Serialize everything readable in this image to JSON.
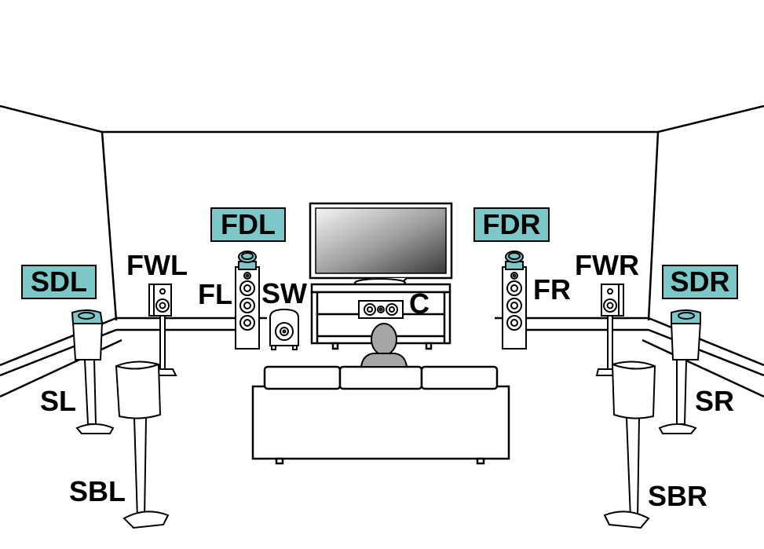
{
  "colors": {
    "height_channel_highlight": "#7cc8c8",
    "line": "#000000",
    "listener": "#a6a6a6"
  },
  "labels": {
    "fdl": "FDL",
    "fdr": "FDR",
    "sdl": "SDL",
    "sdr": "SDR",
    "fwl": "FWL",
    "fwr": "FWR",
    "fl": "FL",
    "fr": "FR",
    "sw": "SW",
    "c": "C",
    "sl": "SL",
    "sr": "SR",
    "sbl": "SBL",
    "sbr": "SBR"
  },
  "icons": [
    "tv-icon",
    "center-speaker-icon",
    "subwoofer-icon",
    "tower-speaker-icon",
    "bookshelf-speaker-icon",
    "stand-speaker-icon",
    "listener-icon",
    "sofa-icon"
  ]
}
